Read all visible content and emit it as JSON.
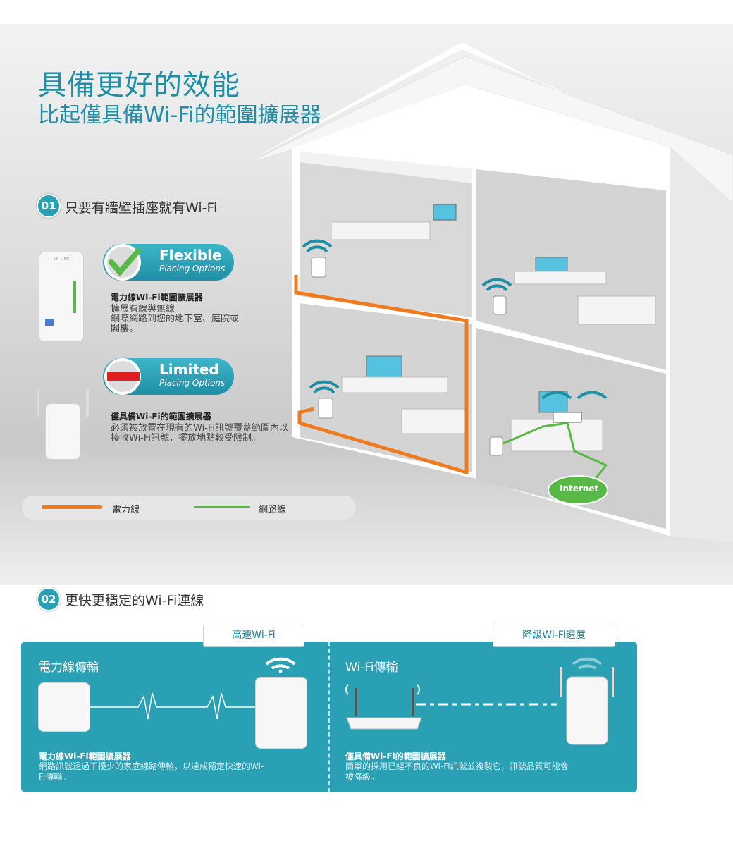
{
  "header": {
    "title": "具備更好的效能",
    "subtitle": "比起僅具備Wi-Fi的範圍擴展器"
  },
  "section1": {
    "number": "01",
    "heading": "只要有牆壁插座就有Wi-Fi",
    "flexible": {
      "badge_title": "Flexible",
      "badge_subtitle": "Placing Options",
      "product": "電力線Wi-Fi範圍擴展器",
      "description": "擴展有線與無線\n網際網路到您的地下室、庭院或\n閣樓。"
    },
    "limited": {
      "badge_title": "Limited",
      "badge_subtitle": "Placing Options",
      "product": "僅具備Wi-Fi的範圍擴展器",
      "description": "必須被放置在現有的Wi-Fi訊號覆蓋範圍內以\n接收Wi-Fi訊號，擺放地點較受限制。"
    },
    "legend": {
      "powerline": "電力線",
      "network": "網路線"
    },
    "internet_label": "Internet",
    "device_brand": "TP-LINK"
  },
  "section2": {
    "number": "02",
    "heading": "更快更穩定的Wi-Fi連線",
    "left": {
      "callout": "高速Wi-Fi",
      "title": "電力線傳輸",
      "product": "電力線Wi-Fi範圍擴展器",
      "description": "網路訊號透過干擾少的家庭線路傳輸，以達成穩定快速的Wi-\nFi傳輸。"
    },
    "right": {
      "callout": "降級Wi-Fi速度",
      "title": "Wi-Fi傳輸",
      "product": "僅具備Wi-Fi的範圍擴展器",
      "description": "簡單的採用已經不良的Wi-Fi訊號並複製它，訊號品質可能會\n被降級。"
    }
  },
  "colors": {
    "accent": "#1e8fa6",
    "panel": "#2aa0b4",
    "powerline": "#f07b1e",
    "network": "#58b947"
  }
}
